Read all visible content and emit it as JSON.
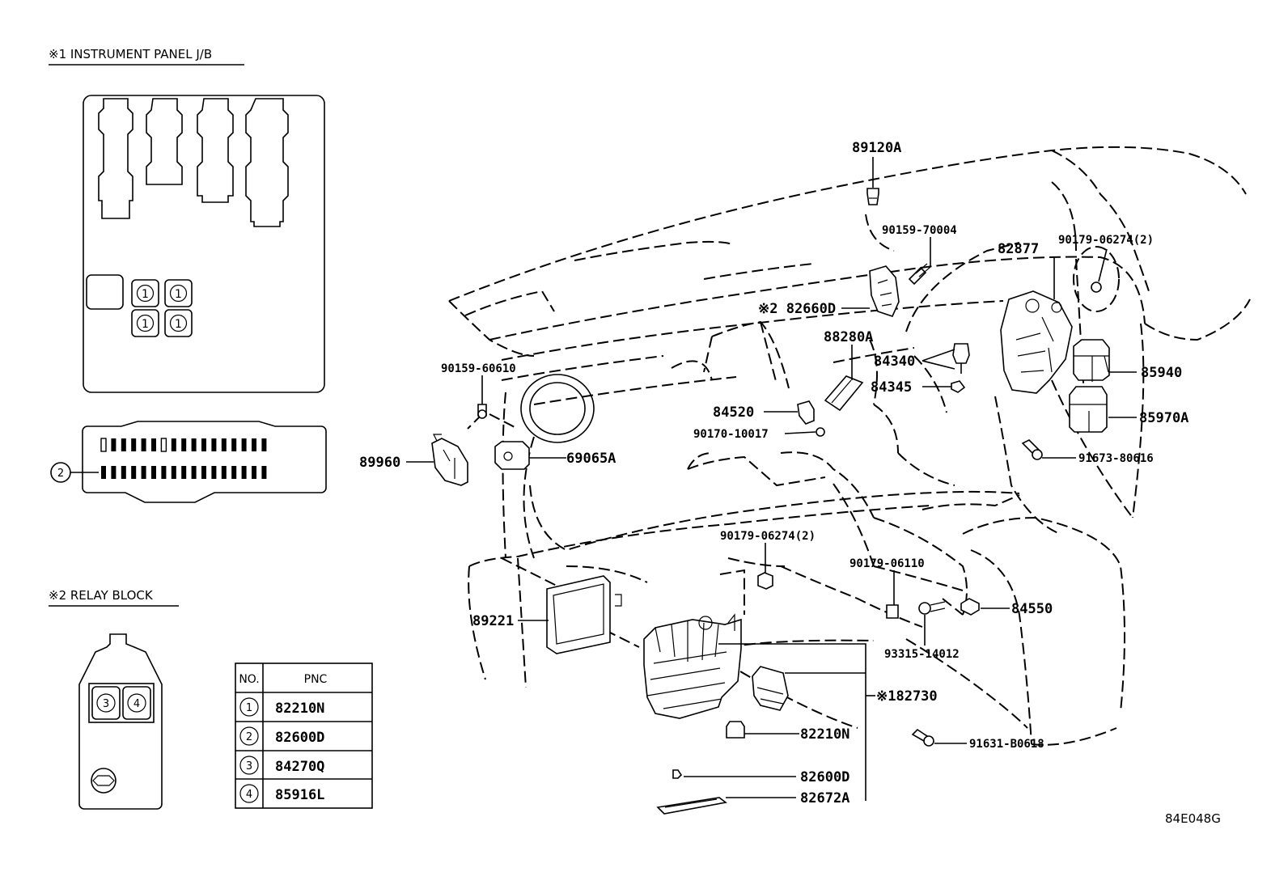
{
  "insets": {
    "panel_title": "※1 INSTRUMENT PANEL J/B",
    "relay_title": "※2 RELAY BLOCK",
    "marker_1": "1",
    "marker_2": "2",
    "marker_3": "3",
    "marker_4": "4"
  },
  "table": {
    "header_no": "NO.",
    "header_pnc": "PNC",
    "rows": [
      {
        "no": "1",
        "pnc": "82210N"
      },
      {
        "no": "2",
        "pnc": "82600D"
      },
      {
        "no": "3",
        "pnc": "84270Q"
      },
      {
        "no": "4",
        "pnc": "85916L"
      }
    ]
  },
  "callouts": {
    "c89120A": "89120A",
    "c90159_70004": "90159-70004",
    "c82877": "82877",
    "c90179_06274_top": "90179-06274(2)",
    "c82660D": "※2 82660D",
    "c88280A": "88280A",
    "c84340": "84340",
    "c85940": "85940",
    "c90159_60610": "90159-60610",
    "c84345": "84345",
    "c85970A": "85970A",
    "c84520": "84520",
    "c90170_10017": "90170-10017",
    "c89960": "89960",
    "c69065A": "69065A",
    "c91673_80616": "91673-80616",
    "c90179_06274_mid": "90179-06274(2)",
    "c90179_06110": "90179-06110",
    "c84550": "84550",
    "c89221": "89221",
    "c93315_14012": "93315-14012",
    "c182730": "※182730",
    "c82210N": "82210N",
    "c91631_B0618": "91631-B0618",
    "c82600D": "82600D",
    "c82672A": "82672A"
  },
  "figure_code": "84E048G"
}
